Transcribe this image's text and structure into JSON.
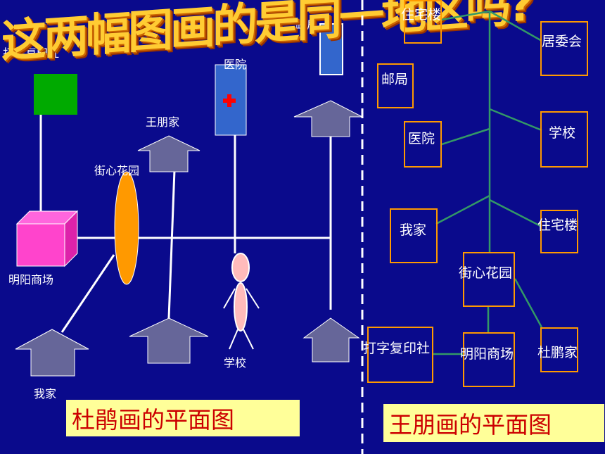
{
  "title": "这两幅图画的是同一地区吗?",
  "left_map": {
    "caption": "杜鹃画的平面图",
    "labels": {
      "typing_shop": "打字复印社",
      "post_office": "邮局",
      "hospital": "医院",
      "wang_home": "王朋家",
      "garden": "街心花园",
      "mall": "明阳商场",
      "school": "学校",
      "my_home": "我家"
    }
  },
  "right_map": {
    "caption": "王朋画的平面图",
    "nodes": {
      "residential_top": "住宅楼",
      "committee": "居委会",
      "post_office": "邮局",
      "hospital": "医院",
      "school": "学校",
      "my_home": "我家",
      "residential_mid": "住宅楼",
      "garden": "街心花园",
      "typing_shop": "打字复印社",
      "mall": "明阳商场",
      "du_home": "杜鹏家"
    }
  },
  "colors": {
    "background": "#0a0a8c",
    "node_border": "#ff9900",
    "connector": "#339966",
    "caption_bg": "#ffff99",
    "caption_text": "#cc0000",
    "title_text": "#ffcc33"
  }
}
